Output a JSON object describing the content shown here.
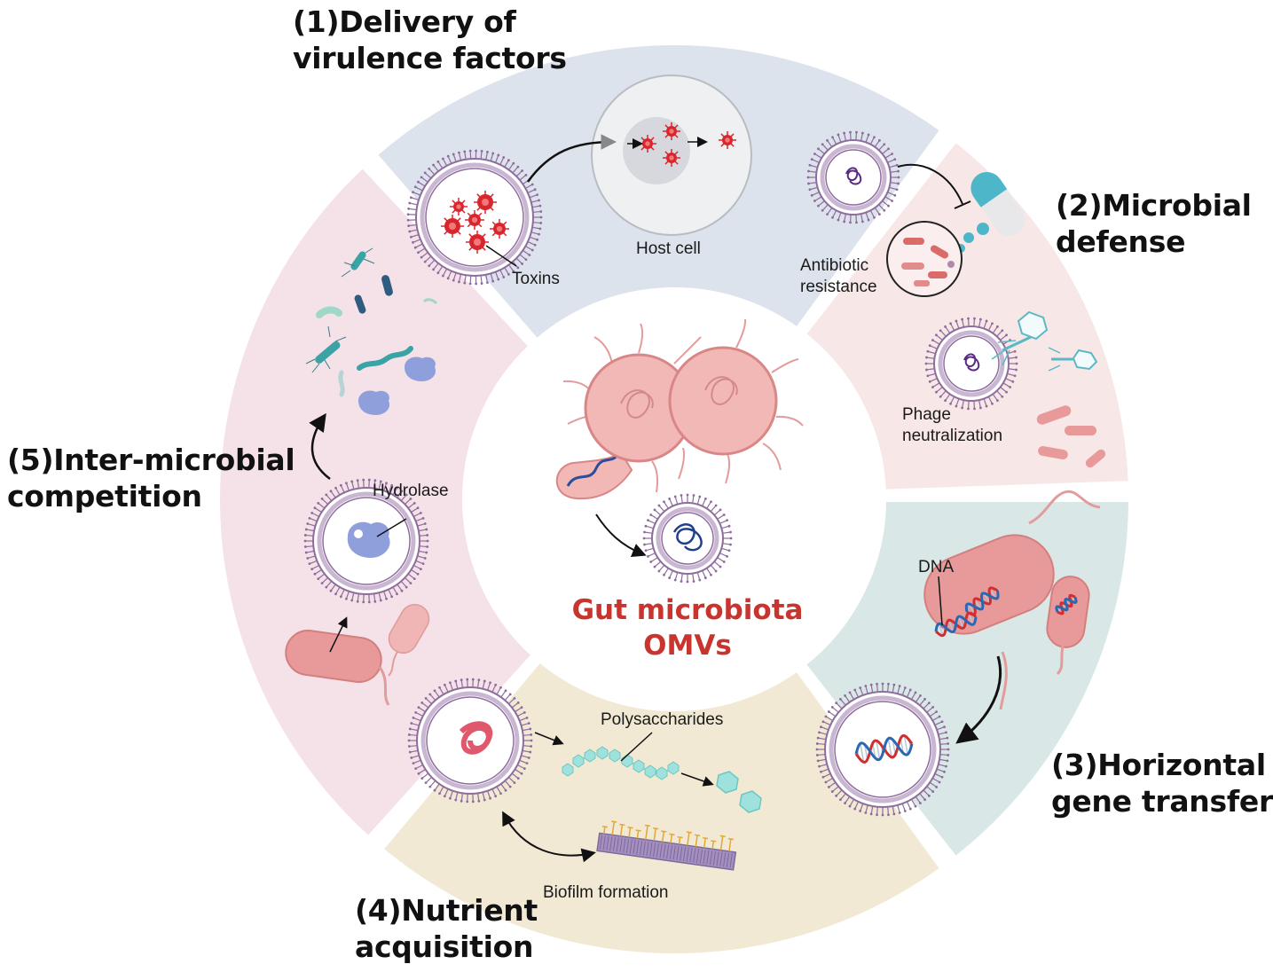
{
  "colors": {
    "virulence_bg": "#dde3ec",
    "defense_bg": "#f7e7e6",
    "hgt_bg": "#d9e8e6",
    "nutrient_bg": "#f1e9d3",
    "competition_bg": "#f5e2e8",
    "center_title": "#c8352f",
    "membrane": "#8e6d9c",
    "toxin": "#d9262e",
    "bacterium": "#e8999a",
    "dna_red": "#d02f2f",
    "dna_blue": "#2b68b3",
    "enzyme": "#8f9fdb",
    "polysaccharide": "#9fe1dc",
    "biofilm": "#7a6a9a",
    "biofilm_tips": "#e3a735"
  },
  "center": {
    "title_line1": "Gut microbiota",
    "title_line2": "OMVs"
  },
  "sections": {
    "virulence": {
      "title_line1": "(1)Delivery of",
      "title_line2": "virulence factors",
      "label_toxins": "Toxins",
      "label_host": "Host cell"
    },
    "defense": {
      "title_line1": "(2)Microbial",
      "title_line2": "defense",
      "label_antibiotic_1": "Antibiotic",
      "label_antibiotic_2": "resistance",
      "label_phage_1": "Phage",
      "label_phage_2": "neutralization"
    },
    "hgt": {
      "title_line1": "(3)Horizontal",
      "title_line2": "gene transfer",
      "label_dna": "DNA"
    },
    "nutrient": {
      "title_line1": "(4)Nutrient",
      "title_line2": "acquisition",
      "label_polysaccharides": "Polysaccharides",
      "label_biofilm": "Biofilm formation"
    },
    "competition": {
      "title_line1": "(5)Inter-microbial",
      "title_line2": "competition",
      "label_hydrolase": "Hydrolase"
    }
  },
  "icons": [
    "omv-vesicle-icon",
    "toxin-icon",
    "host-cell-icon",
    "antibiotic-capsule-icon",
    "phage-icon",
    "bacterium-icon",
    "dna-helix-icon",
    "hydrolase-enzyme-icon",
    "polysaccharide-chain-icon",
    "biofilm-icon"
  ]
}
